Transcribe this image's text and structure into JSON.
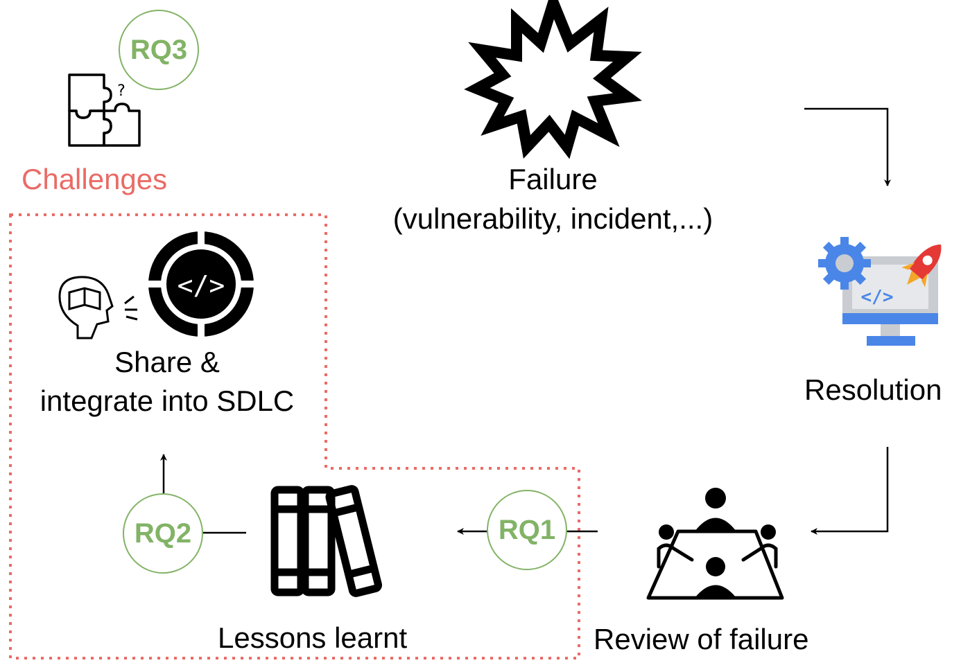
{
  "nodes": {
    "failure": {
      "line1": "Failure",
      "line2": "(vulnerability, incident,...)"
    },
    "resolution": {
      "label": "Resolution"
    },
    "review": {
      "label": "Review of failure"
    },
    "lessons": {
      "label": "Lessons learnt"
    },
    "share": {
      "line1": "Share &",
      "line2": "integrate into SDLC"
    },
    "challenges": {
      "label": "Challenges"
    }
  },
  "research_questions": {
    "rq1": "RQ1",
    "rq2": "RQ2",
    "rq3": "RQ3"
  },
  "icons": {
    "failure": "explosion-icon",
    "resolution": "monitor-code-rocket-icon",
    "review": "meeting-table-icon",
    "lessons": "books-icon",
    "share": "head-book-code-cycle-icon",
    "challenges": "puzzle-question-icon"
  },
  "colors": {
    "rq_green": "#82b366",
    "challenges_red": "#ea6b66",
    "dashed_border": "#ea6b66"
  }
}
